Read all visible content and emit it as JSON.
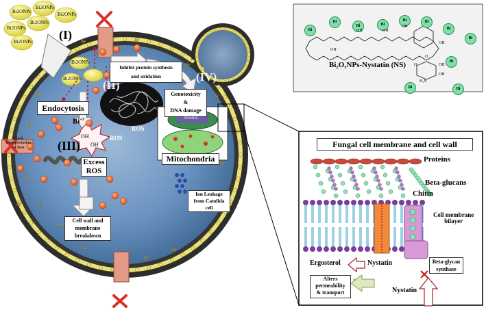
{
  "cell": {
    "np_cluster": [
      "Bi2ONPs",
      "Bi2ONPs",
      "Bi2ONPs",
      "Bi2ONPs",
      "Bi2ONPs",
      "Bi2ONPs",
      "Bi2ONPs",
      "Bi2ONPs"
    ],
    "step_1": "(I)",
    "step_2": "(II)",
    "step_3": "(III)",
    "step_4": "(IV)",
    "endocytosis": "Endocytosis",
    "inhibit_line1": "Inhibit protein synthesis",
    "inhibit_line2": "and oxidation",
    "genotoxicity": "Genotoxicity",
    "amp": "&",
    "dna_damage": "DNA damage",
    "mitochondria": "Mitochondria",
    "mito_inner": "DNA/Bi3+",
    "ros_1": "ROS",
    "ros_2": "ROS",
    "excess_ros_line1": "Excess",
    "excess_ros_line2": "ROS",
    "oh_1": "OH",
    "oh_2": "OH",
    "bi_ion": "Bi",
    "bi_charge": "+3",
    "black_transport_line1": "Block",
    "black_transport_line2": "transportation",
    "black_transport_line3": "of ions",
    "ion_leakage_line1": "Ion Leakage",
    "ion_leakage_line2": "from Candida",
    "ion_leakage_line3": "cell",
    "cell_wall_line1": "Cell wall and",
    "cell_wall_line2": "membrane",
    "cell_wall_line3": "breakdown"
  },
  "structure": {
    "bi_labels": [
      "Bi",
      "Bi",
      "Bi",
      "Bi",
      "Bi",
      "Bi",
      "Bi",
      "Bi",
      "Bi",
      "Bi",
      "Bi"
    ],
    "caption": "Bi₂O₃NPs-Nystatin (NS)",
    "atoms": [
      "OH",
      "OH",
      "OH",
      "OH",
      "OH",
      "O",
      "O",
      "H₂N",
      "OH",
      "OH"
    ]
  },
  "membrane_panel": {
    "title": "Fungal cell membrane and cell wall",
    "proteins": "Proteins",
    "beta_glucans": "Beta-glucans",
    "chitin": "Chitin",
    "bilayer_line1": "Cell membrane",
    "bilayer_line2": "bilayer",
    "ergosterol": "Ergosterol",
    "nystatin_inner": "Nystatin",
    "synthase_line1": "Beta-glycan",
    "synthase_line2": "synthase",
    "alters_line1": "Alters",
    "alters_line2": "permeability",
    "alters_line3": "& transport",
    "nystatin_bottom": "Nystatin"
  },
  "colors": {
    "cell_blue": "#5b86b5",
    "membrane_yellow": "#d6c84a",
    "np_yellow": "#e8e35a",
    "bi_green": "#7fe0a8",
    "bi_orange": "#e2612a",
    "mitochondria_green": "#8fd37a",
    "arrow_white": "#f4f4f4",
    "red_x": "#d9302a"
  }
}
